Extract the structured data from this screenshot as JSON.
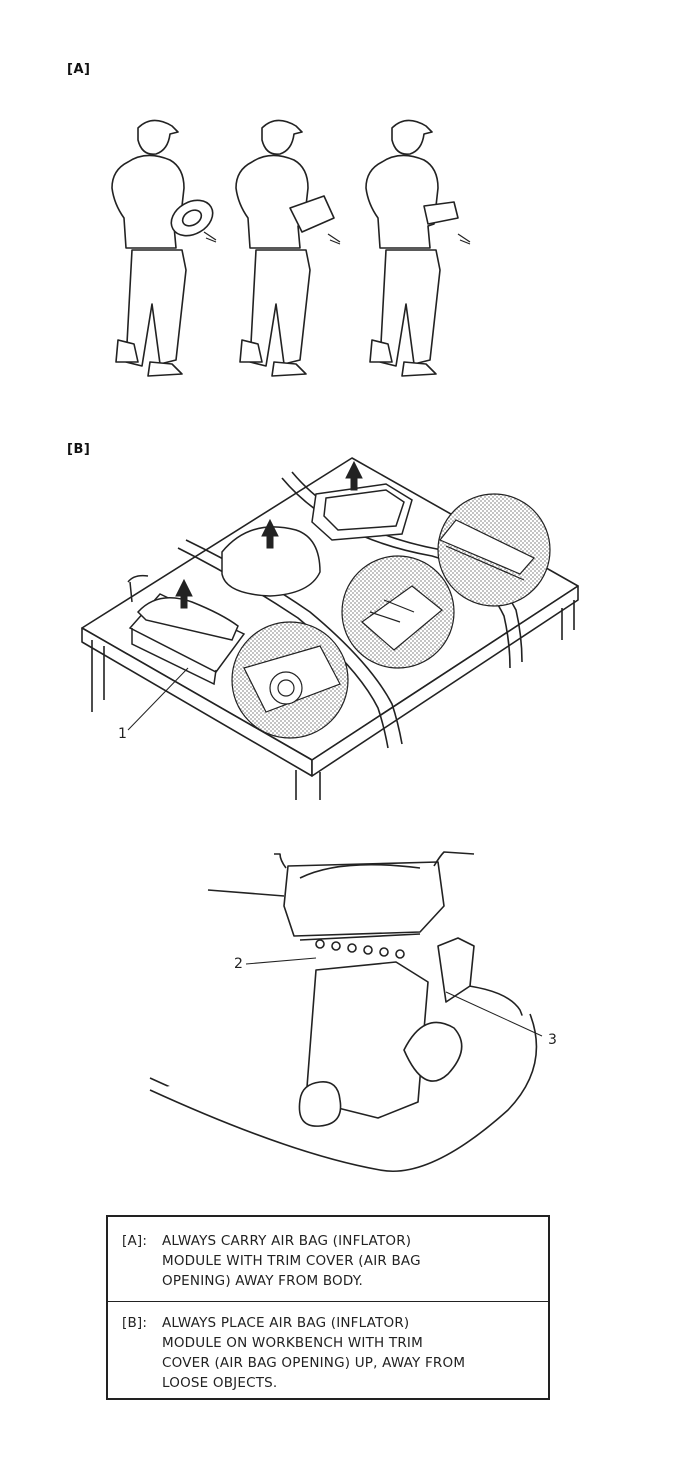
{
  "sections": {
    "a_label": "[A]",
    "b_label": "[B]"
  },
  "callouts": {
    "c1": "1",
    "c2": "2",
    "c3": "3"
  },
  "legend": {
    "rows": [
      {
        "key": "[A]:",
        "text": "ALWAYS CARRY AIR BAG (INFLATOR)\nMODULE WITH TRIM COVER (AIR BAG\nOPENING) AWAY FROM BODY."
      },
      {
        "key": "[B]:",
        "text": "ALWAYS PLACE AIR BAG (INFLATOR)\nMODULE ON WORKBENCH WITH TRIM\nCOVER (AIR BAG OPENING) UP, AWAY FROM\nLOOSE OBJECTS."
      }
    ]
  }
}
